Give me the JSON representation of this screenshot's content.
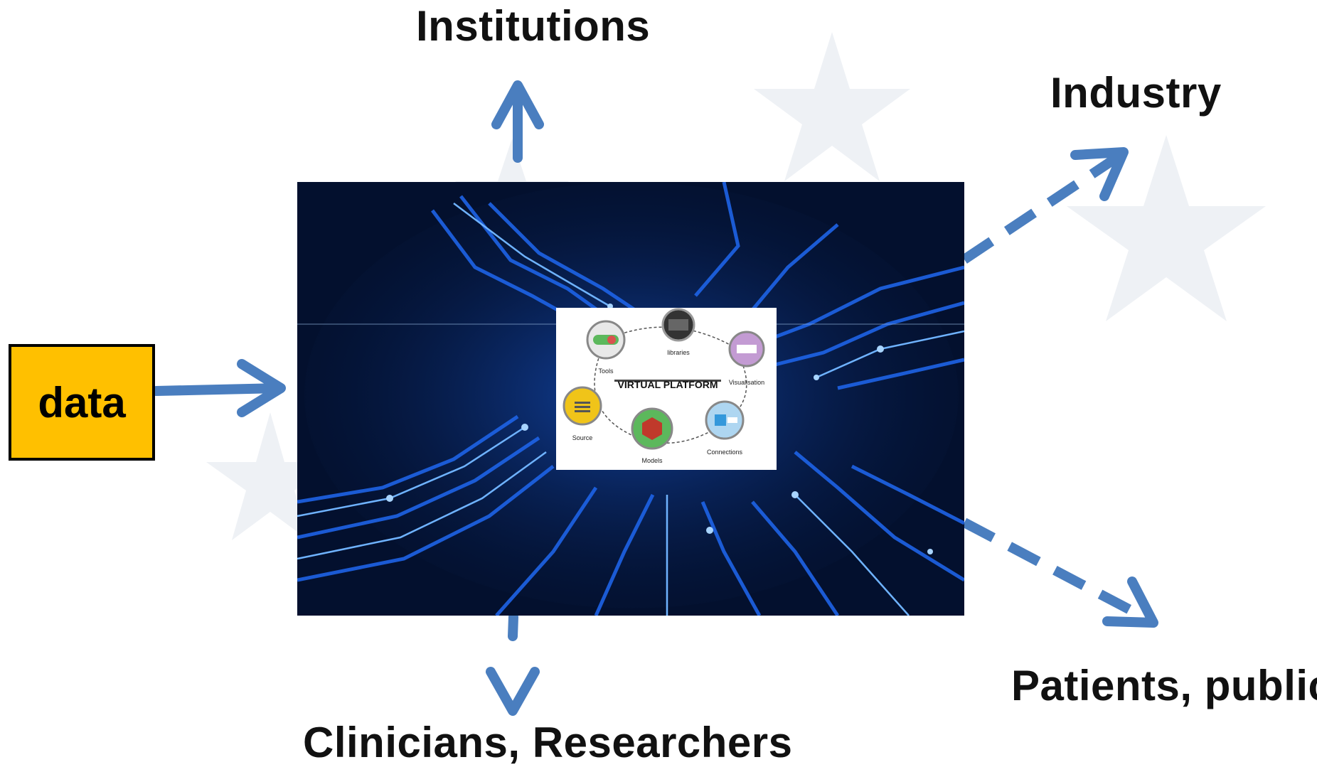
{
  "colors": {
    "arrow": "#4a7ebf",
    "data_box": "#ffc000",
    "star": "#eef1f5",
    "circuit_bg": "#03102e",
    "circuit_line": "#2a7bff"
  },
  "labels": {
    "institutions": "Institutions",
    "industry": "Industry",
    "patients": "Patients, public",
    "clinicians": "Clinicians, Researchers"
  },
  "data_box": {
    "label": "data"
  },
  "platform": {
    "title": "VIRTUAL PLATFORM",
    "nodes": [
      {
        "label": "Tools",
        "icon": "toggle-icon",
        "color": "#d9534f"
      },
      {
        "label": "libraries",
        "icon": "database-icon",
        "color": "#333333"
      },
      {
        "label": "Visualisation",
        "icon": "display-icon",
        "color": "#9b59b6"
      },
      {
        "label": "Source",
        "icon": "list-icon",
        "color": "#f0c419"
      },
      {
        "label": "Models",
        "icon": "hexagon-icon",
        "color": "#c0392b"
      },
      {
        "label": "Connections",
        "icon": "plug-icon",
        "color": "#3498db"
      }
    ]
  }
}
